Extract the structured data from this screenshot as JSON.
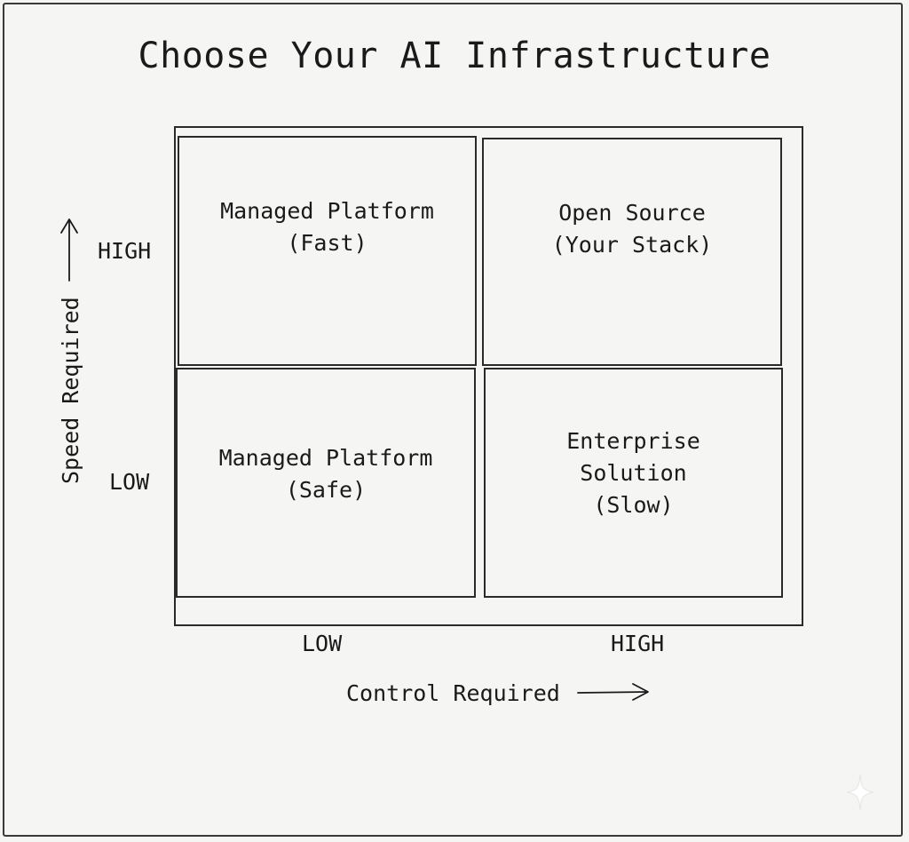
{
  "title": "Choose Your AI Infrastructure",
  "y_axis": {
    "label": "Speed Required",
    "high": "HIGH",
    "low": "LOW",
    "arrow_icon": "arrow-up-icon"
  },
  "x_axis": {
    "label": "Control Required",
    "low": "LOW",
    "high": "HIGH",
    "arrow_icon": "arrow-right-icon"
  },
  "quadrants": {
    "top_left": {
      "line1": "Managed Platform",
      "line2": "(Fast)"
    },
    "top_right": {
      "line1": "Open Source",
      "line2": "(Your Stack)"
    },
    "bottom_left": {
      "line1": "Managed Platform",
      "line2": "(Safe)"
    },
    "bottom_right": {
      "line1": "Enterprise",
      "line2": "Solution",
      "line3": "(Slow)"
    }
  },
  "colors": {
    "background": "#f5f5f4",
    "ink": "#1a1a1a"
  },
  "watermark_icon": "sparkle-icon"
}
